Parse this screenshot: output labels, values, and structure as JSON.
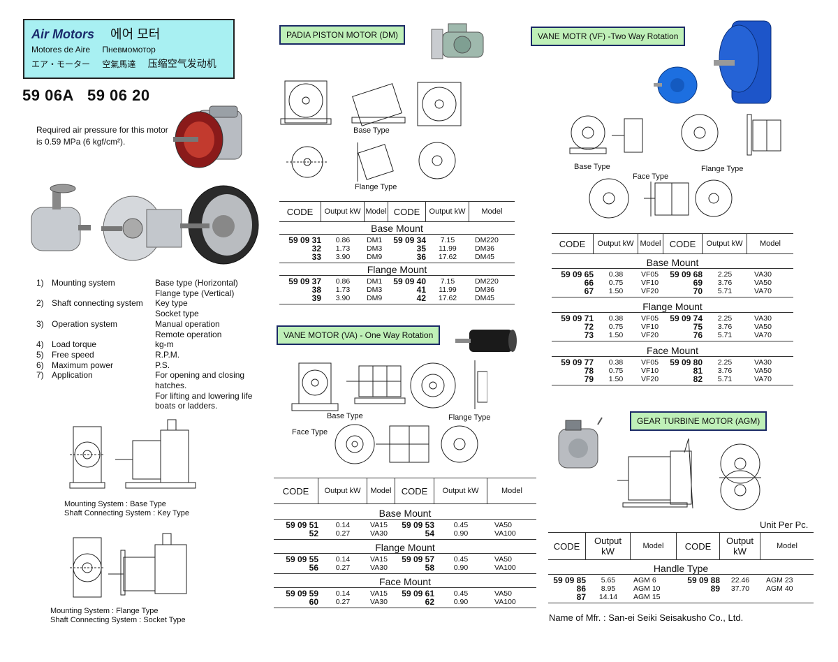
{
  "header": {
    "title_en": "Air Motors",
    "title_ko": "에어 모터",
    "line2_es": "Motores de Aire",
    "line2_ru": "Пневмомотор",
    "line3_ja": "エア・モーター",
    "line3_tw": "空氣馬達",
    "line3_cn": "压缩空气发动机"
  },
  "code_heading": "59 06A   59 06 20",
  "pressure_note": "Required air pressure for this motor is 0.59 MPa (6 kgf/cm²).",
  "specs": [
    {
      "n": "1)",
      "label": "Mounting system",
      "value": "Base type (Horizontal)"
    },
    {
      "n": "",
      "label": "",
      "value": "Flange type (Vertical)"
    },
    {
      "n": "2)",
      "label": "Shaft connecting system",
      "value": "Key type"
    },
    {
      "n": "",
      "label": "",
      "value": "Socket type"
    },
    {
      "n": "3)",
      "label": "Operation system",
      "value": "Manual operation"
    },
    {
      "n": "",
      "label": "",
      "value": "Remote operation"
    },
    {
      "n": "4)",
      "label": "Load torque",
      "value": "kg-m"
    },
    {
      "n": "5)",
      "label": "Free speed",
      "value": "R.P.M."
    },
    {
      "n": "6)",
      "label": "Maximum power",
      "value": "P.S."
    },
    {
      "n": "7)",
      "label": "Application",
      "value": "For opening and closing"
    },
    {
      "n": "",
      "label": "",
      "value": "hatches."
    },
    {
      "n": "",
      "label": "",
      "value": "For lifting and lowering life"
    },
    {
      "n": "",
      "label": "",
      "value": "boats or ladders."
    }
  ],
  "captions": {
    "base_a": "Mounting System : Base Type",
    "base_b": "Shaft Connecting System : Key Type",
    "flange_a": "Mounting System : Flange Type",
    "flange_b": "Shaft Connecting System : Socket Type"
  },
  "dm": {
    "label": "PADIA PISTON MOTOR (DM)",
    "base_type": "Base Type",
    "flange_type": "Flange Type",
    "headers": [
      "CODE",
      "Output kW",
      "Model",
      "CODE",
      "Output kW",
      "Model"
    ],
    "groups": [
      {
        "name": "Base Mount",
        "left": {
          "codes": [
            "59 09 31",
            "32",
            "33"
          ],
          "kw": [
            "0.86",
            "1.73",
            "3.90"
          ],
          "model": [
            "DM1",
            "DM3",
            "DM9"
          ]
        },
        "right": {
          "codes": [
            "59 09 34",
            "35",
            "36"
          ],
          "kw": [
            "7.15",
            "11.99",
            "17.62"
          ],
          "model": [
            "DM220",
            "DM36",
            "DM45"
          ]
        }
      },
      {
        "name": "Flange Mount",
        "left": {
          "codes": [
            "59 09 37",
            "38",
            "39"
          ],
          "kw": [
            "0.86",
            "1.73",
            "3.90"
          ],
          "model": [
            "DM1",
            "DM3",
            "DM9"
          ]
        },
        "right": {
          "codes": [
            "59 09 40",
            "41",
            "42"
          ],
          "kw": [
            "7.15",
            "11.99",
            "17.62"
          ],
          "model": [
            "DM220",
            "DM36",
            "DM45"
          ]
        }
      }
    ]
  },
  "va": {
    "label": "VANE MOTOR (VA) - One Way Rotation",
    "base_type": "Base Type",
    "flange_type": "Flange Type",
    "face_type": "Face Type",
    "headers": [
      "CODE",
      "Output kW",
      "Model",
      "CODE",
      "Output kW",
      "Model"
    ],
    "groups": [
      {
        "name": "Base Mount",
        "left": {
          "codes": [
            "59 09 51",
            "52"
          ],
          "kw": [
            "0.14",
            "0.27"
          ],
          "model": [
            "VA15",
            "VA30"
          ]
        },
        "right": {
          "codes": [
            "59 09 53",
            "54"
          ],
          "kw": [
            "0.45",
            "0.90"
          ],
          "model": [
            "VA50",
            "VA100"
          ]
        }
      },
      {
        "name": "Flange Mount",
        "left": {
          "codes": [
            "59 09 55",
            "56"
          ],
          "kw": [
            "0.14",
            "0.27"
          ],
          "model": [
            "VA15",
            "VA30"
          ]
        },
        "right": {
          "codes": [
            "59 09 57",
            "58"
          ],
          "kw": [
            "0.45",
            "0.90"
          ],
          "model": [
            "VA50",
            "VA100"
          ]
        }
      },
      {
        "name": "Face Mount",
        "left": {
          "codes": [
            "59 09 59",
            "60"
          ],
          "kw": [
            "0.14",
            "0.27"
          ],
          "model": [
            "VA15",
            "VA30"
          ]
        },
        "right": {
          "codes": [
            "59 09 61",
            "62"
          ],
          "kw": [
            "0.45",
            "0.90"
          ],
          "model": [
            "VA50",
            "VA100"
          ]
        }
      }
    ]
  },
  "vf": {
    "label": "VANE MOTR (VF) -Two Way Rotation",
    "base_type": "Base Type",
    "face_type": "Face Type",
    "flange_type": "Flange Type",
    "headers": [
      "CODE",
      "Output kW",
      "Model",
      "CODE",
      "Output kW",
      "Model"
    ],
    "groups": [
      {
        "name": "Base Mount",
        "left": {
          "codes": [
            "59 09 65",
            "66",
            "67"
          ],
          "kw": [
            "0.38",
            "0.75",
            "1.50"
          ],
          "model": [
            "VF05",
            "VF10",
            "VF20"
          ]
        },
        "right": {
          "codes": [
            "59 09 68",
            "69",
            "70"
          ],
          "kw": [
            "2.25",
            "3.76",
            "5.71"
          ],
          "model": [
            "VA30",
            "VA50",
            "VA70"
          ]
        }
      },
      {
        "name": "Flange Mount",
        "left": {
          "codes": [
            "59 09 71",
            "72",
            "73"
          ],
          "kw": [
            "0.38",
            "0.75",
            "1.50"
          ],
          "model": [
            "VF05",
            "VF10",
            "VF20"
          ]
        },
        "right": {
          "codes": [
            "59 09 74",
            "75",
            "76"
          ],
          "kw": [
            "2.25",
            "3.76",
            "5.71"
          ],
          "model": [
            "VA30",
            "VA50",
            "VA70"
          ]
        }
      },
      {
        "name": "Face Mount",
        "left": {
          "codes": [
            "59 09 77",
            "78",
            "79"
          ],
          "kw": [
            "0.38",
            "0.75",
            "1.50"
          ],
          "model": [
            "VF05",
            "VF10",
            "VF20"
          ]
        },
        "right": {
          "codes": [
            "59 09 80",
            "81",
            "82"
          ],
          "kw": [
            "2.25",
            "3.76",
            "5.71"
          ],
          "model": [
            "VA30",
            "VA50",
            "VA70"
          ]
        }
      }
    ]
  },
  "agm": {
    "label": "GEAR TURBINE MOTOR (AGM)",
    "unit": "Unit Per Pc.",
    "headers": [
      "CODE",
      "Output kW",
      "Model",
      "CODE",
      "Output kW",
      "Model"
    ],
    "groups": [
      {
        "name": "Handle Type",
        "left": {
          "codes": [
            "59 09 85",
            "86",
            "87"
          ],
          "kw": [
            "5.65",
            "8.95",
            "14.14"
          ],
          "model": [
            "AGM 6",
            "AGM 10",
            "AGM 15"
          ]
        },
        "right": {
          "codes": [
            "59 09 88",
            "89"
          ],
          "kw": [
            "22.46",
            "37.70"
          ],
          "model": [
            "AGM 23",
            "AGM 40"
          ]
        }
      }
    ],
    "manufacturer": "Name of Mfr. : San-ei Seiki Seisakusho Co., Ltd."
  },
  "colors": {
    "title_bg": "#a8f0f2",
    "label_bg": "#bff0b8",
    "label_border": "#1b2a66",
    "motor_blue": "#1d55c9"
  }
}
